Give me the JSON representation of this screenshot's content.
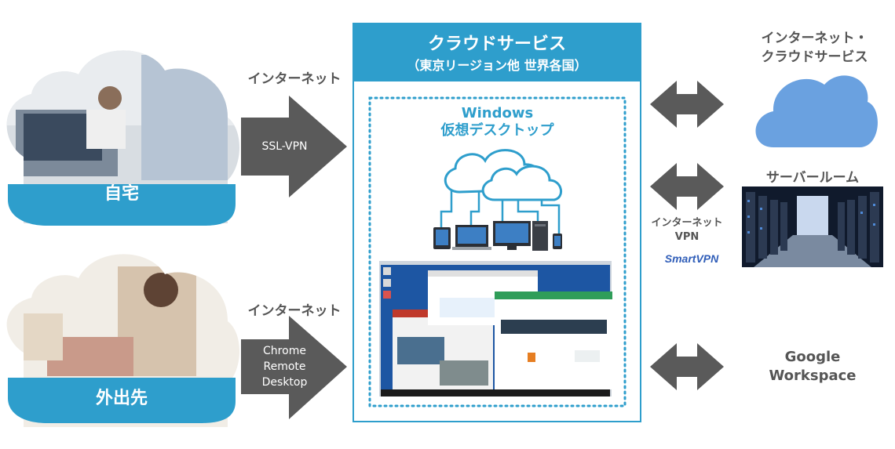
{
  "left": {
    "home": {
      "label": "自宅",
      "connection_label": "インターネット",
      "method": "SSL-VPN"
    },
    "outside": {
      "label": "外出先",
      "connection_label": "インターネット",
      "method_lines": [
        "Chrome",
        "Remote",
        "Desktop"
      ]
    }
  },
  "center": {
    "title": "クラウドサービス",
    "subtitle": "（東京リージョン他 世界各国）",
    "vdi_line1": "Windows",
    "vdi_line2": "仮想デスクトップ"
  },
  "right": {
    "internet_cloud": {
      "line1": "インターネット・",
      "line2": "クラウドサービス"
    },
    "server_room": {
      "label": "サーバールーム",
      "link_line1": "インターネット",
      "link_line2": "VPN",
      "brand": "SmartVPN"
    },
    "google": {
      "line1": "Google",
      "line2": "Workspace"
    }
  },
  "colors": {
    "accent_blue": "#2e9ecc",
    "cloud_blue": "#6aa1e0",
    "arrow_gray": "#5a5a5a",
    "text_gray": "#555555"
  }
}
